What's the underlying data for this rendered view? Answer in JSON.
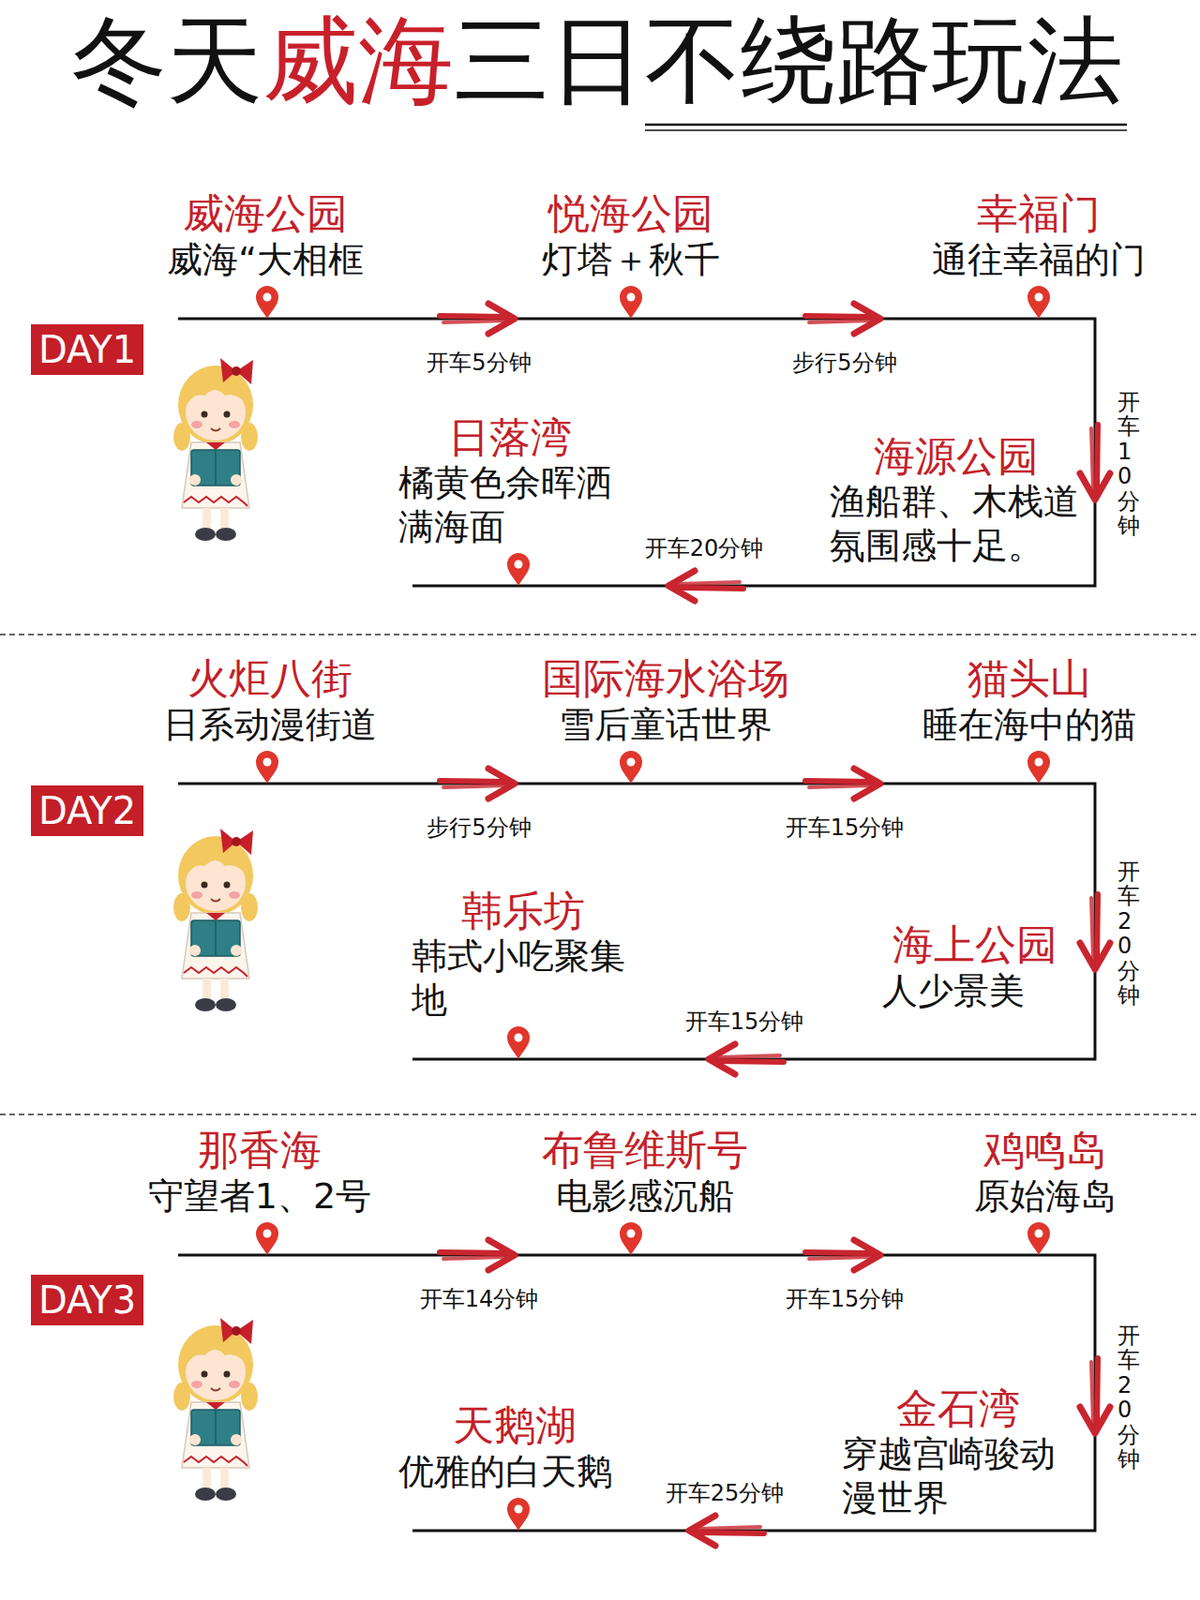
{
  "diagram": {
    "title": "冬天威海三日不绕路玩法",
    "nodes": [
      {
        "text": [
          "威海公园",
          "威海“大相框"
        ]
      },
      {
        "text": [
          "悦海公园",
          "灯塔＋秋千"
        ]
      },
      {
        "text": [
          "幸福门",
          "通往幸福的门"
        ]
      },
      {
        "text": [
          "DAY1"
        ]
      },
      {
        "text": [
          "海源公园",
          "渔船群、木栈道氛围感十足。"
        ]
      },
      {
        "text": [
          "日落湾",
          "橘黄色余晖洒满海面"
        ]
      },
      {
        "text": [
          "火炬八街",
          "日系动漫街道"
        ]
      },
      {
        "text": [
          "国际海水浴场",
          "雪后童话世界"
        ]
      },
      {
        "text": [
          "猫头山",
          "睡在海中的猫"
        ]
      },
      {
        "text": [
          "DAY2"
        ]
      },
      {
        "text": [
          "海上公园",
          "人少景美"
        ]
      },
      {
        "text": [
          "韩乐坊",
          "韩式小吃聚集地"
        ]
      },
      {
        "text": [
          "那香海",
          "守望者1、2号"
        ]
      },
      {
        "text": [
          "布鲁维斯号",
          "电影感沉船"
        ]
      },
      {
        "text": [
          "鸡鸣岛",
          "原始海岛"
        ]
      },
      {
        "text": [
          "DAY3"
        ]
      },
      {
        "text": [
          "金石湾",
          "穿越宫崎骏动漫世界"
        ]
      },
      {
        "text": [
          "天鹅湖",
          "优雅的白天鹅"
        ]
      }
    ],
    "edges": [
      {
        "from": 0,
        "to": 1,
        "arrow": "to",
        "label": "开车5分钟"
      },
      {
        "from": 1,
        "to": 2,
        "arrow": "to",
        "label": "步行5分钟"
      },
      {
        "from": 2,
        "to": 4,
        "arrow": "to",
        "label": "开车10分钟"
      },
      {
        "from": 4,
        "to": 5,
        "arrow": "to",
        "label": "开车20分钟"
      },
      {
        "from": 6,
        "to": 7,
        "arrow": "to",
        "label": "步行5分钟"
      },
      {
        "from": 7,
        "to": 8,
        "arrow": "to",
        "label": "开车15分钟"
      },
      {
        "from": 8,
        "to": 10,
        "arrow": "to",
        "label": "开车20分钟"
      },
      {
        "from": 10,
        "to": 11,
        "arrow": "to",
        "label": "开车15分钟"
      },
      {
        "from": 12,
        "to": 13,
        "arrow": "to",
        "label": "开车14分钟"
      },
      {
        "from": 13,
        "to": 14,
        "arrow": "to",
        "label": "开车15分钟"
      },
      {
        "from": 14,
        "to": 16,
        "arrow": "to",
        "label": "开车20分钟"
      },
      {
        "from": 16,
        "to": 17,
        "arrow": "to",
        "label": "开车25分钟"
      }
    ]
  }
}
